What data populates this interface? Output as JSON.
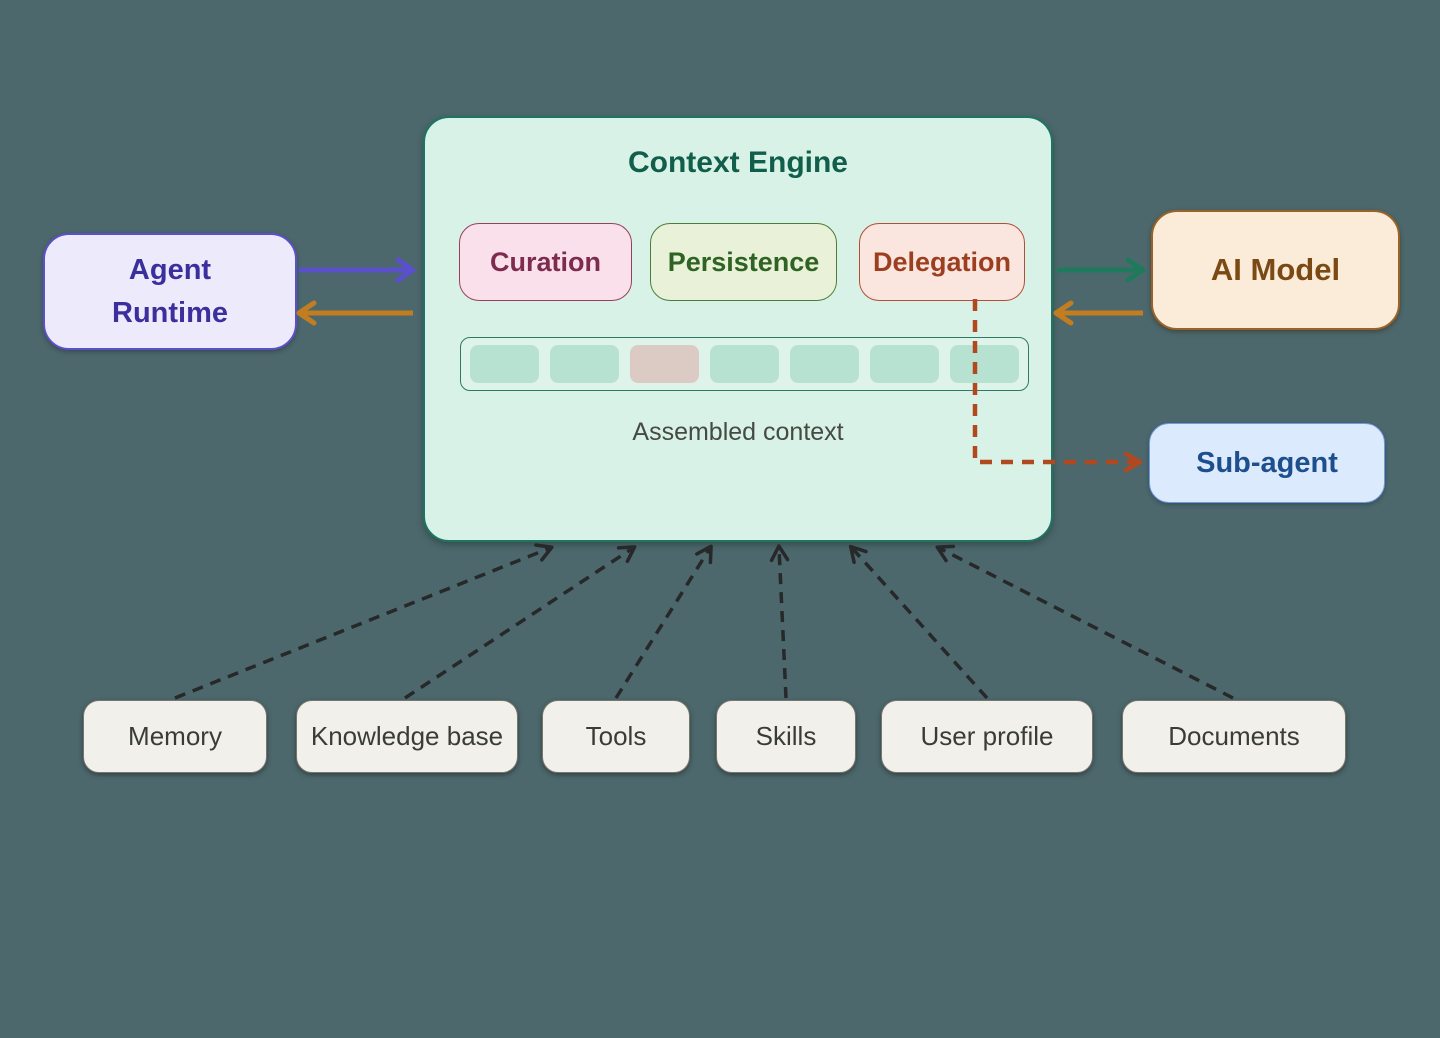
{
  "agent_runtime": {
    "label": "Agent Runtime"
  },
  "context_engine": {
    "title": "Context Engine",
    "modules": [
      {
        "label": "Curation"
      },
      {
        "label": "Persistence"
      },
      {
        "label": "Delegation"
      }
    ],
    "token_strip": {
      "tokens": [
        "mint",
        "mint",
        "alt",
        "mint",
        "mint",
        "mint",
        "mint"
      ]
    },
    "caption": "Assembled context"
  },
  "ai_model": {
    "label": "AI Model"
  },
  "sub_agent": {
    "label": "Sub-agent"
  },
  "sources": [
    {
      "label": "Memory"
    },
    {
      "label": "Knowledge base"
    },
    {
      "label": "Tools"
    },
    {
      "label": "Skills"
    },
    {
      "label": "User profile"
    },
    {
      "label": "Documents"
    }
  ],
  "colors": {
    "background": "#4c686c",
    "engine_bg": "#d9f2e7",
    "engine_border": "#1d7560",
    "engine_title_text": "#115e4b",
    "curation_bg": "#f9e0ea",
    "curation_border": "#96405c",
    "curation_text": "#7e2b50",
    "persistence_bg": "#e9f1d8",
    "persistence_border": "#4a7e38",
    "persistence_text": "#2e6323",
    "delegation_bg": "#fae5df",
    "delegation_border": "#b14f34",
    "delegation_text": "#9c3f20",
    "token_mint": "#b7e2d1",
    "token_alt": "#dccac5",
    "caption_text": "#454a42",
    "agent_runtime_bg": "#edebfb",
    "agent_runtime_border": "#5b50c8",
    "agent_runtime_text": "#3b2f9e",
    "ai_model_bg": "#faecd9",
    "ai_model_border": "#9a6226",
    "ai_model_text": "#7b4a14",
    "sub_agent_bg": "#dceafd",
    "sub_agent_border": "#6e9ae0",
    "sub_agent_text": "#1d4f8d",
    "source_bg": "#f2f0ea",
    "source_border": "#767670",
    "source_text": "#3a3d37",
    "arrow_request_purple": "#5a50cc",
    "arrow_response_orange": "#c17d20",
    "arrow_to_model_green": "#1f7a5c",
    "arrow_delegation_rust": "#b0491f",
    "arrow_source_dark": "#26282a"
  }
}
